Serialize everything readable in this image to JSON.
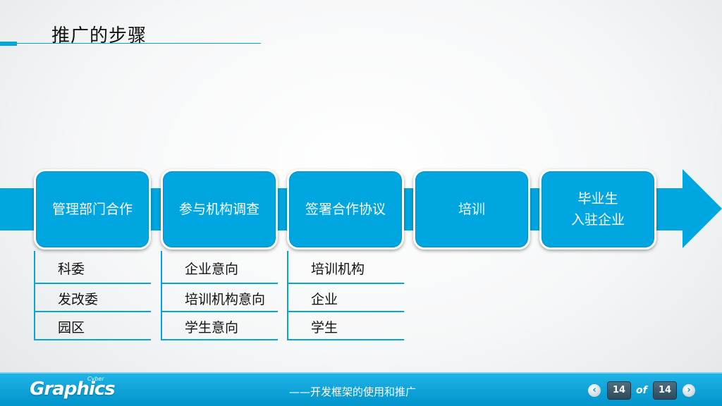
{
  "header": {
    "title": "推广的步骤"
  },
  "steps": [
    {
      "label": "管理部门合作"
    },
    {
      "label": "参与机构调查"
    },
    {
      "label": "签署合作协议"
    },
    {
      "label": "培训"
    },
    {
      "label": "毕业生\n入驻企业"
    }
  ],
  "lists": [
    {
      "items": [
        "科委",
        "发改委",
        "园区"
      ]
    },
    {
      "items": [
        "企业意向",
        "培训机构意向",
        "学生意向"
      ]
    },
    {
      "items": [
        "培训机构",
        "企业",
        "学生"
      ]
    }
  ],
  "footer": {
    "logo": "Graphics",
    "logo_small": "Cyber",
    "subtitle": "——开发框架的使用和推广",
    "current_page": "14",
    "of_label": "of",
    "total_pages": "14",
    "prev_glyph": "‹",
    "next_glyph": "›"
  },
  "colors": {
    "accent": "#00a6e0",
    "footer": "#0094cc"
  }
}
